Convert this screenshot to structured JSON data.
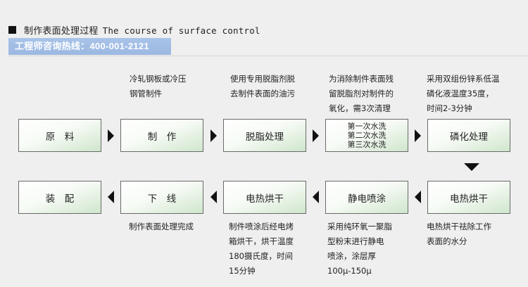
{
  "header": {
    "title_cn": "制作表面处理过程",
    "title_en": "The course of surface control"
  },
  "hotline": "工程师咨询热线：400-001-2121",
  "steps_top": [
    {
      "label": "原　料",
      "desc": []
    },
    {
      "label": "制　作",
      "desc": [
        "冷轧钢板或冷压",
        "钢管制件"
      ]
    },
    {
      "label": "脱脂处理",
      "desc": [
        "使用专用脱脂剂脱",
        "去制件表面的油污"
      ]
    },
    {
      "lines": [
        "第一次水洗",
        "第二次水洗",
        "第三次水洗"
      ],
      "desc": [
        "为消除制件表面残",
        "留脱脂剂对制件的",
        "氧化，需3次清理"
      ]
    },
    {
      "label": "磷化处理",
      "desc": [
        "采用双组份锌系低温",
        "磷化液温度35度，",
        "时间2-3分钟"
      ]
    }
  ],
  "steps_bottom": [
    {
      "label": "装　配",
      "desc": []
    },
    {
      "label": "下　线",
      "desc": [
        "制作表面处理完成"
      ]
    },
    {
      "label": "电热烘干",
      "desc": [
        "制件喷涂后经电烤",
        "箱烘干，烘干温度",
        "180摄氏度，时间",
        "15分钟"
      ]
    },
    {
      "label": "静电喷涂",
      "desc": [
        "采用纯环氧一聚脂",
        "型粉末进行静电",
        "喷涂，涂层厚",
        "100μ-150μ"
      ]
    },
    {
      "label": "电热烘干",
      "desc": [
        "电热烘干祛除工作",
        "表面的水分"
      ]
    }
  ]
}
